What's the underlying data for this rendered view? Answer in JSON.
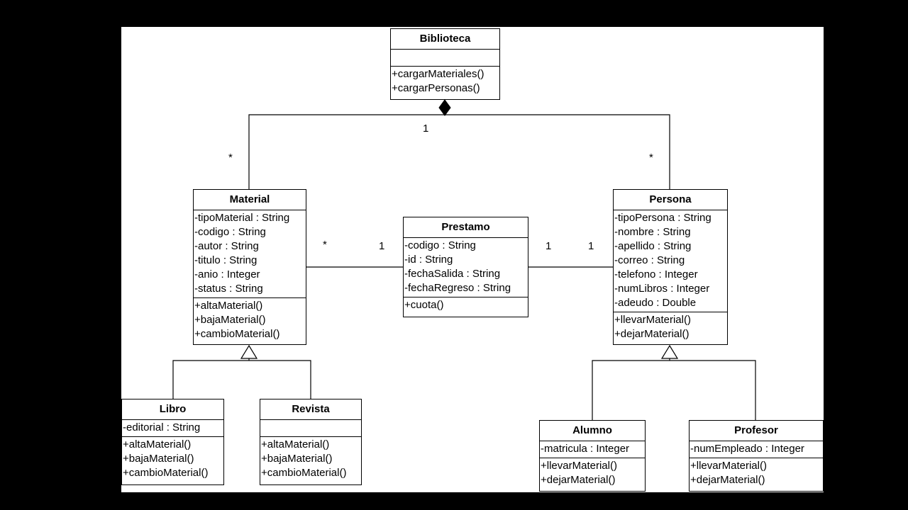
{
  "classes": {
    "biblioteca": {
      "name": "Biblioteca",
      "attributes": [],
      "methods": [
        "+cargarMateriales()",
        "+cargarPersonas()"
      ]
    },
    "material": {
      "name": "Material",
      "attributes": [
        "-tipoMaterial : String",
        "-codigo : String",
        "-autor : String",
        "-titulo : String",
        "-anio : Integer",
        "-status : String"
      ],
      "methods": [
        "+altaMaterial()",
        "+bajaMaterial()",
        "+cambioMaterial()"
      ]
    },
    "prestamo": {
      "name": "Prestamo",
      "attributes": [
        "-codigo : String",
        "-id : String",
        "-fechaSalida : String",
        "-fechaRegreso : String"
      ],
      "methods": [
        "+cuota()"
      ]
    },
    "persona": {
      "name": "Persona",
      "attributes": [
        "-tipoPersona : String",
        "-nombre : String",
        "-apellido : String",
        "-correo : String",
        "-telefono : Integer",
        "-numLibros : Integer",
        "-adeudo : Double"
      ],
      "methods": [
        "+llevarMaterial()",
        "+dejarMaterial()"
      ]
    },
    "libro": {
      "name": "Libro",
      "attributes": [
        "-editorial : String"
      ],
      "methods": [
        "+altaMaterial()",
        "+bajaMaterial()",
        "+cambioMaterial()"
      ]
    },
    "revista": {
      "name": "Revista",
      "attributes": [],
      "methods": [
        "+altaMaterial()",
        "+bajaMaterial()",
        "+cambioMaterial()"
      ]
    },
    "alumno": {
      "name": "Alumno",
      "attributes": [
        "-matricula : Integer"
      ],
      "methods": [
        "+llevarMaterial()",
        "+dejarMaterial()"
      ]
    },
    "profesor": {
      "name": "Profesor",
      "attributes": [
        "-numEmpleado : Integer"
      ],
      "methods": [
        "+llevarMaterial()",
        "+dejarMaterial()"
      ]
    }
  },
  "multiplicities": {
    "biblioteca_end": "1",
    "material_composition_end": "*",
    "persona_composition_end": "*",
    "material_prestamo_end": "*",
    "prestamo_material_end": "1",
    "prestamo_persona_end": "1",
    "persona_prestamo_end": "1"
  }
}
